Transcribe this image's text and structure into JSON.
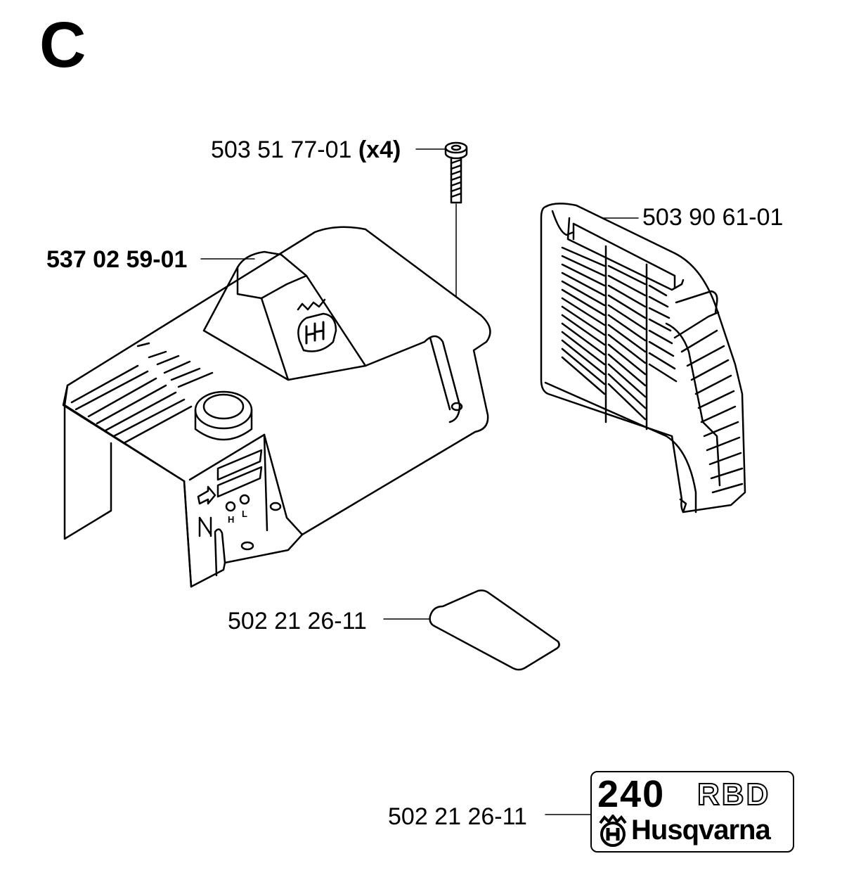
{
  "section": "C",
  "parts": [
    {
      "id": "screw",
      "number": "503 51 77-01",
      "qty": "(x4)"
    },
    {
      "id": "cover",
      "number": "537 02 59-01"
    },
    {
      "id": "grille",
      "number": "503 90 61-01"
    },
    {
      "id": "plate",
      "number": "502 21 26-11"
    },
    {
      "id": "decal",
      "number": "502 21 26-11"
    }
  ],
  "decal": {
    "model": "240",
    "suffix": "RBD",
    "brand": "Husqvarna"
  },
  "cover_markings": [
    "H",
    "L"
  ]
}
